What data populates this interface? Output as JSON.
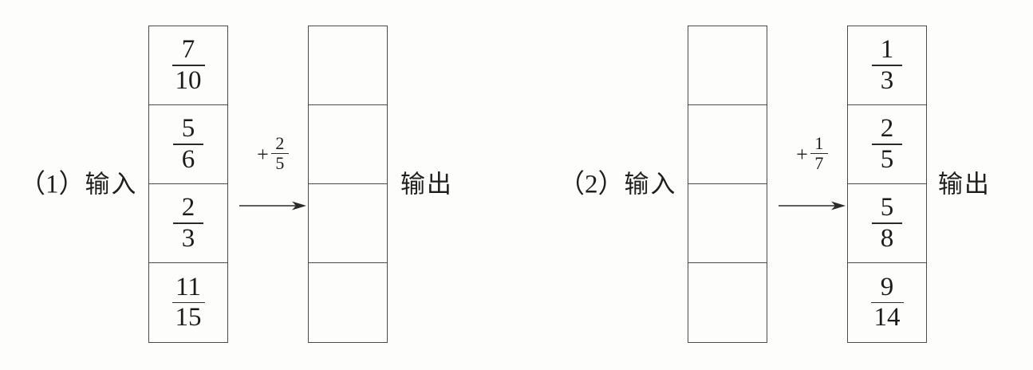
{
  "diagram": {
    "type": "fraction-machine",
    "background_color": "#fdfdfb",
    "line_color": "#4a4a4a",
    "text_color": "#1c1c1c",
    "problems": [
      {
        "number": "（1）",
        "input_label": "输入",
        "output_label": "输出",
        "operation": {
          "operator": "+",
          "operand": {
            "numerator": "2",
            "denominator": "5"
          }
        },
        "arrow": "right-arrow",
        "input_box": {
          "filled": true,
          "cells": [
            {
              "numerator": "7",
              "denominator": "10"
            },
            {
              "numerator": "5",
              "denominator": "6"
            },
            {
              "numerator": "2",
              "denominator": "3"
            },
            {
              "numerator": "11",
              "denominator": "15"
            }
          ]
        },
        "output_box": {
          "filled": false,
          "cells": [
            {
              "numerator": "",
              "denominator": ""
            },
            {
              "numerator": "",
              "denominator": ""
            },
            {
              "numerator": "",
              "denominator": ""
            },
            {
              "numerator": "",
              "denominator": ""
            }
          ]
        }
      },
      {
        "number": "（2）",
        "input_label": "输入",
        "output_label": "输出",
        "operation": {
          "operator": "+",
          "operand": {
            "numerator": "1",
            "denominator": "7"
          }
        },
        "arrow": "right-arrow",
        "input_box": {
          "filled": false,
          "cells": [
            {
              "numerator": "",
              "denominator": ""
            },
            {
              "numerator": "",
              "denominator": ""
            },
            {
              "numerator": "",
              "denominator": ""
            },
            {
              "numerator": "",
              "denominator": ""
            }
          ]
        },
        "output_box": {
          "filled": true,
          "cells": [
            {
              "numerator": "1",
              "denominator": "3"
            },
            {
              "numerator": "2",
              "denominator": "5"
            },
            {
              "numerator": "5",
              "denominator": "8"
            },
            {
              "numerator": "9",
              "denominator": "14"
            }
          ]
        }
      }
    ]
  }
}
